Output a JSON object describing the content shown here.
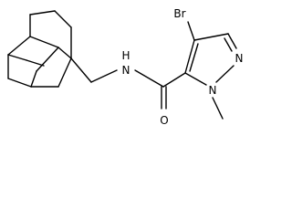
{
  "structure": {
    "atom_labels": {
      "nh": "N",
      "h": "H",
      "o": "O",
      "br": "Br",
      "n1": "N",
      "n2": "N"
    }
  }
}
